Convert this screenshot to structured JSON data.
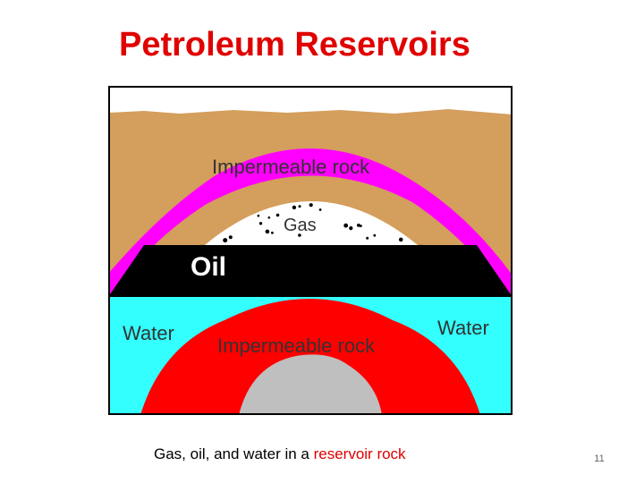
{
  "slide": {
    "title": "Petroleum Reservoirs",
    "page_number": "11"
  },
  "diagram": {
    "labels": {
      "upper_cap_rock": "Impermeable rock",
      "gas": "Gas",
      "oil": "Oil",
      "water_left": "Water",
      "water_right": "Water",
      "lower_rock": "Impermeable rock"
    },
    "colors": {
      "soil": "#d49e5c",
      "cap_rock": "#ff00ff",
      "gas": "#ffffff",
      "oil": "#000000",
      "water": "#33ffff",
      "impermeable_lower": "#ff0000",
      "core": "#bfbfbf",
      "title": "#e00000",
      "highlight": "#e00000"
    }
  },
  "caption": {
    "prefix": "Gas, oil, and water in a ",
    "highlight": "reservoir rock"
  }
}
